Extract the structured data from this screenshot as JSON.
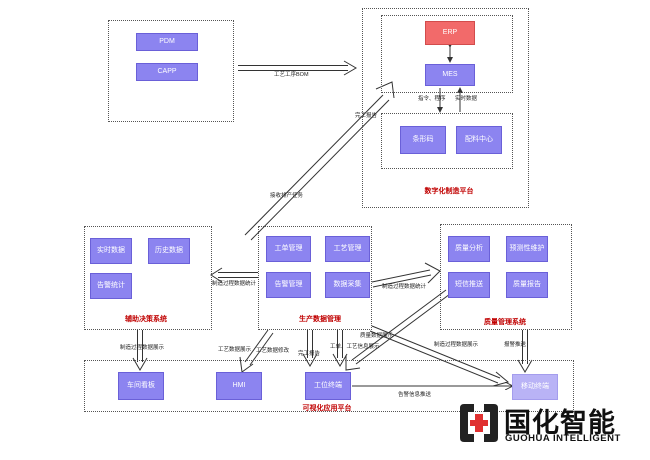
{
  "groups": {
    "design": {
      "boxes": {
        "pdm": "PDM",
        "capp": "CAPP"
      }
    },
    "digital": {
      "title": "数字化制造平台",
      "boxes": {
        "erp": "ERP",
        "mes": "MES",
        "barcode": "条形码",
        "dispatch": "配料中心"
      }
    },
    "decision": {
      "title": "辅助决策系统",
      "boxes": {
        "realtime": "实时数据",
        "history": "历史数据",
        "alarm_stats": "告警统计"
      }
    },
    "production": {
      "title": "生产数据管理",
      "boxes": {
        "work_order": "工单管理",
        "process": "工艺管理",
        "alarm_mgmt": "告警管理",
        "collect": "数据采集"
      }
    },
    "quality": {
      "title": "质量管理系统",
      "boxes": {
        "analysis": "质量分析",
        "maintenance": "预测性维护",
        "sms": "短信推送",
        "report": "质量报告"
      }
    },
    "visual": {
      "title": "可视化应用平台",
      "boxes": {
        "board": "车间看板",
        "hmi": "HMI",
        "terminal": "工位终端",
        "mobile": "移动终端"
      }
    }
  },
  "edges": {
    "capp_mes": "工艺工序BOM",
    "mes_down": "指令、程序",
    "mes_up": "实时数据",
    "prod_mes": "完工报告",
    "mes_prod": "接收排产任务",
    "prod_decision": "制造过程数据统计",
    "prod_quality": "制造过程数据统计",
    "decision_board": "制造过程数据展示",
    "hmi_label": "工艺数据展示",
    "hmi_mod": "工艺数据修改",
    "prod_terminal_a": "完工报告",
    "prod_terminal_b": "工单、工艺信息展示",
    "quality_terminal": "质量数据展示",
    "prod_mobile": "制造过程数据展示",
    "quality_mobile": "报警推送",
    "terminal_mobile": "告警信息推送"
  },
  "logo": {
    "cn": "国化智能",
    "en": "GUOHUA INTELLIGENT"
  },
  "colors": {
    "box": "#8c84f0",
    "erp": "#f26a6a",
    "title": "#c00000",
    "mobile": "#b9b3f6"
  }
}
